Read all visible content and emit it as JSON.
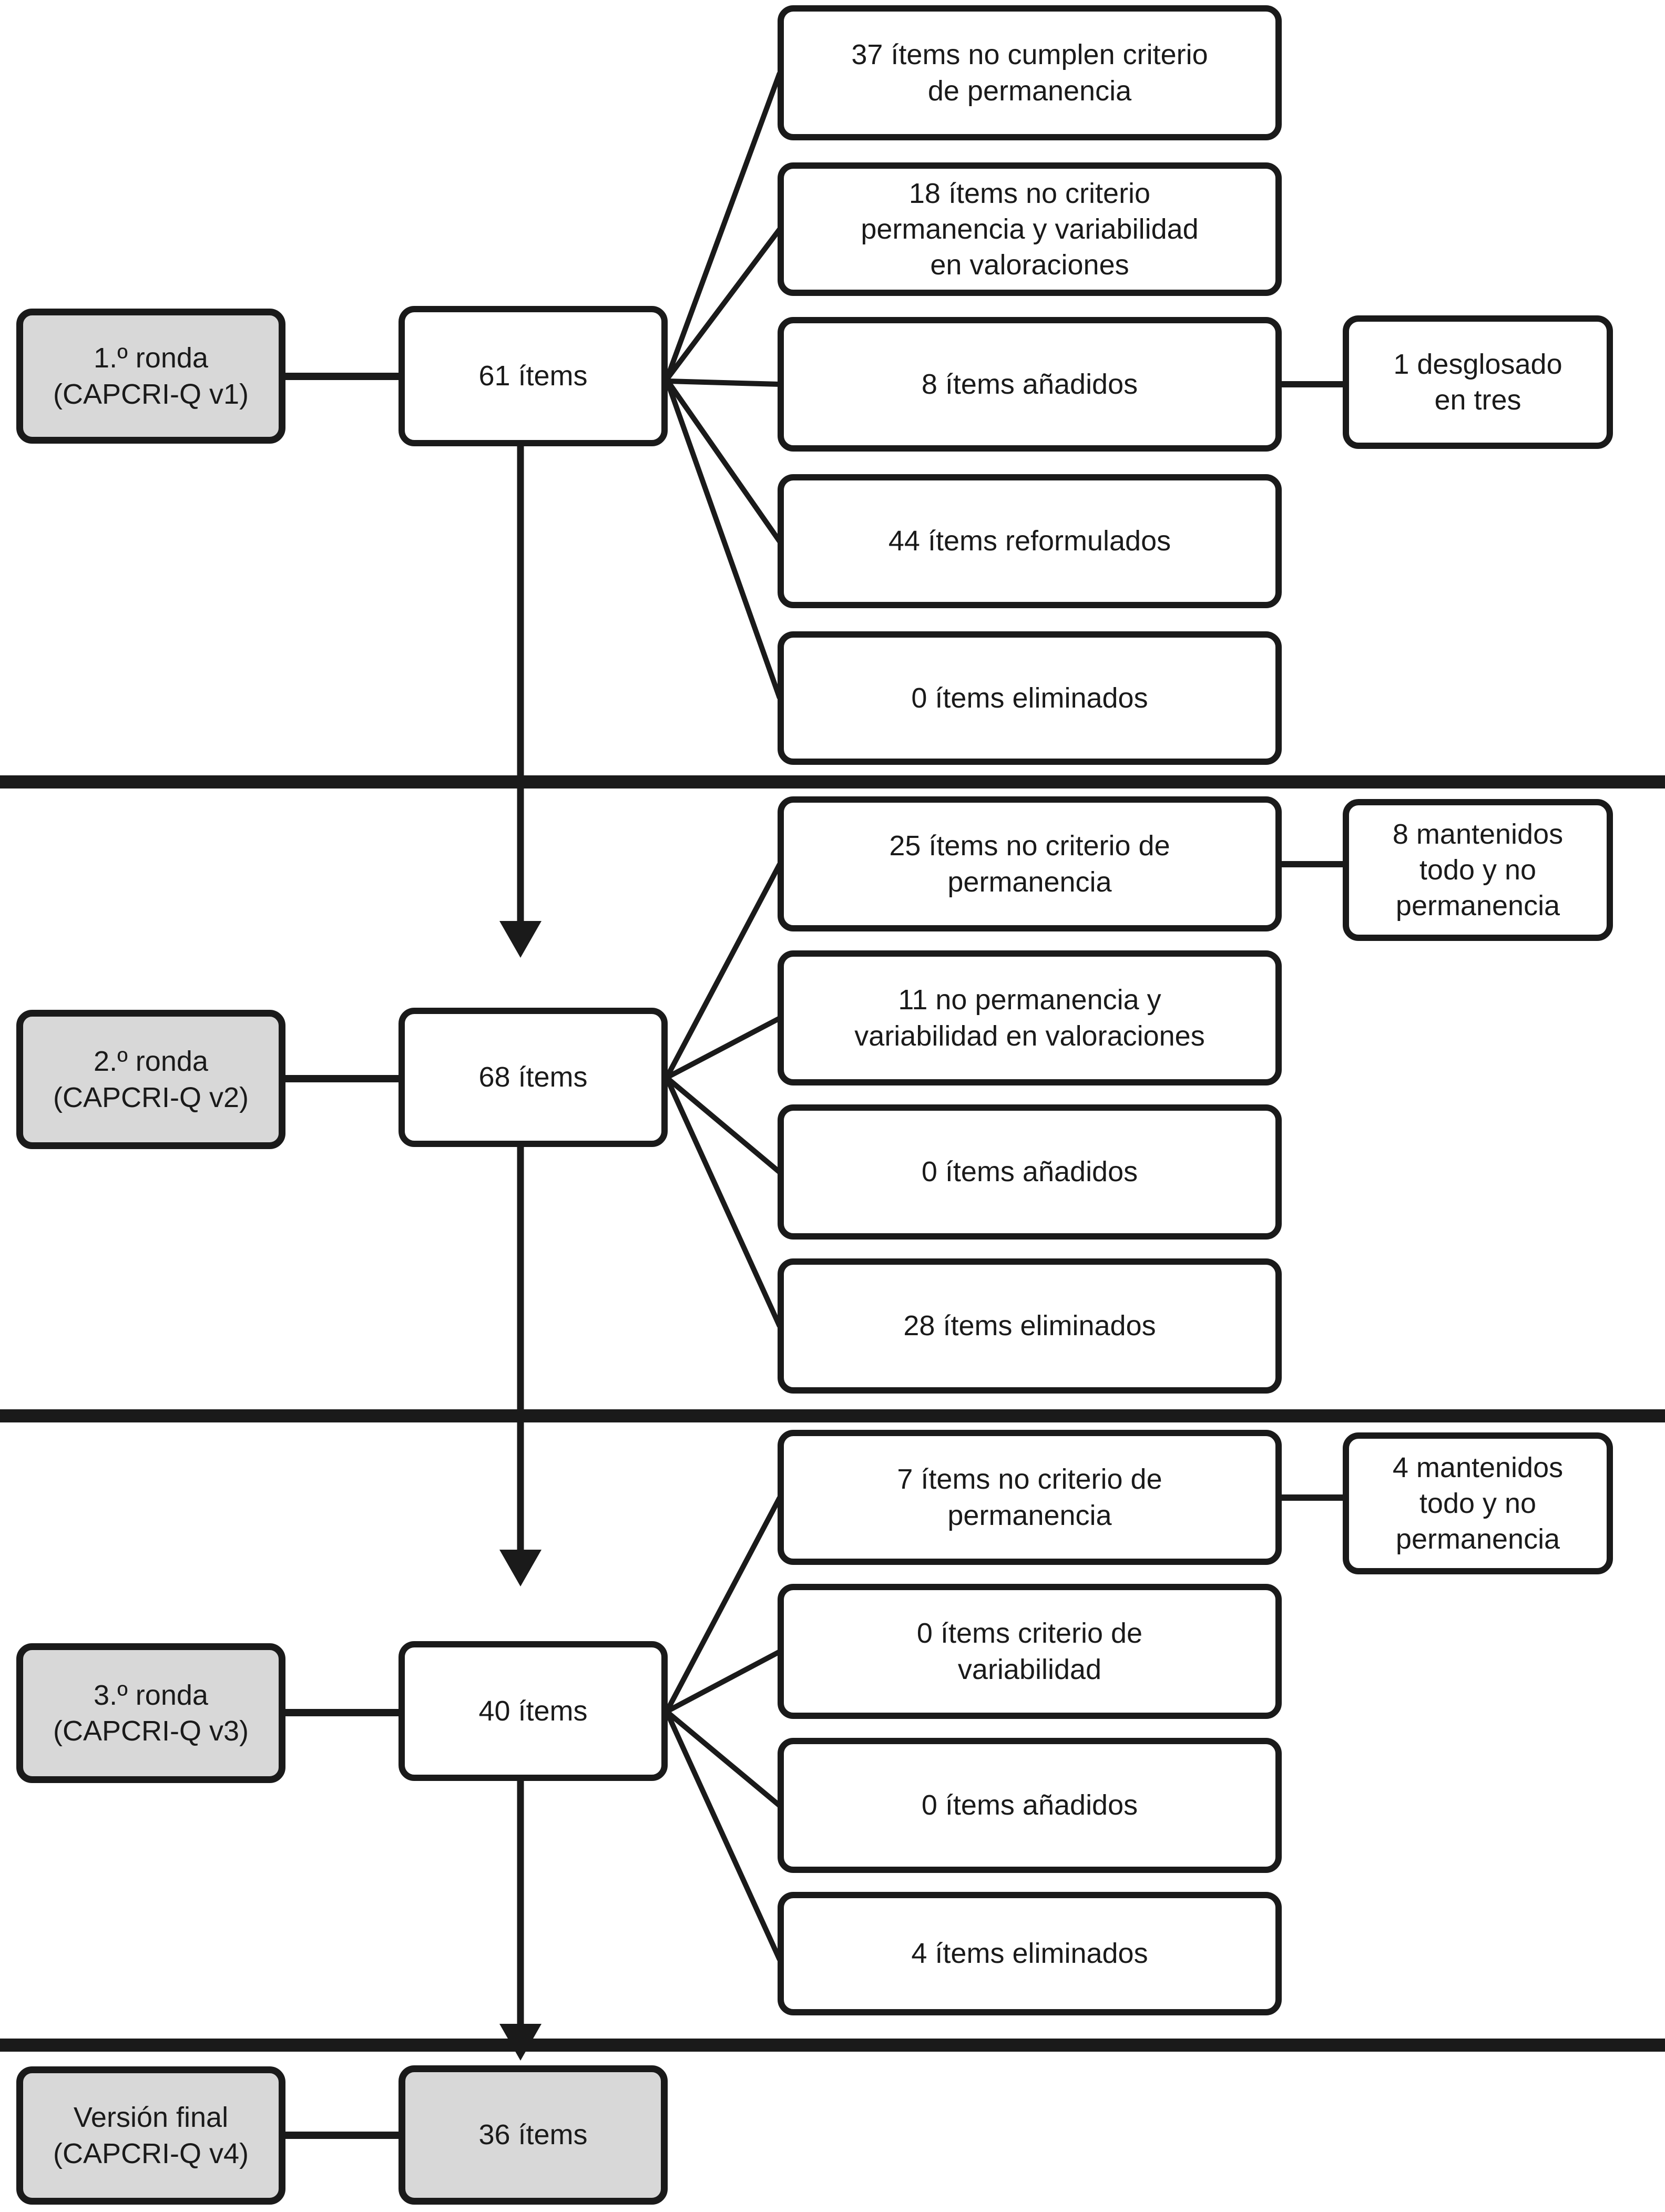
{
  "diagram": {
    "title_hint": "Delphi rounds flow of CAPCRI-Q questionnaire items",
    "colors": {
      "line": "#1a1a1a",
      "round_box_fill": "#d8d8d8",
      "outcome_box_fill": "#ffffff",
      "background": "#ffffff"
    },
    "rounds": [
      {
        "label": "1.º ronda\n(CAPCRI-Q v1)",
        "items": "61 ítems",
        "outcomes": [
          "37 ítems no cumplen criterio\nde permanencia",
          "18 ítems no criterio\npermanencia y variabilidad\nen valoraciones",
          "8 ítems añadidos",
          "44 ítems reformulados",
          "0 ítems eliminados"
        ],
        "side_note": "1 desglosado\nen tres",
        "side_note_attached_to": "8 ítems añadidos"
      },
      {
        "label": "2.º ronda\n(CAPCRI-Q v2)",
        "items": "68 ítems",
        "outcomes": [
          "25 ítems no criterio de\npermanencia",
          "11 no permanencia y\nvariabilidad en valoraciones",
          "0 ítems añadidos",
          "28 ítems eliminados"
        ],
        "side_note": "8 mantenidos\ntodo y no\npermanencia",
        "side_note_attached_to": "25 ítems no criterio de permanencia"
      },
      {
        "label": "3.º ronda\n(CAPCRI-Q v3)",
        "items": "40 ítems",
        "outcomes": [
          "7 ítems no criterio de\npermanencia",
          "0 ítems criterio de\nvariabilidad",
          "0 ítems añadidos",
          "4 ítems eliminados"
        ],
        "side_note": "4 mantenidos\ntodo y no\npermanencia",
        "side_note_attached_to": "7 ítems no criterio de permanencia"
      },
      {
        "label": "Versión final\n(CAPCRI-Q v4)",
        "items": "36 ítems",
        "outcomes": [],
        "side_note": null
      }
    ]
  }
}
